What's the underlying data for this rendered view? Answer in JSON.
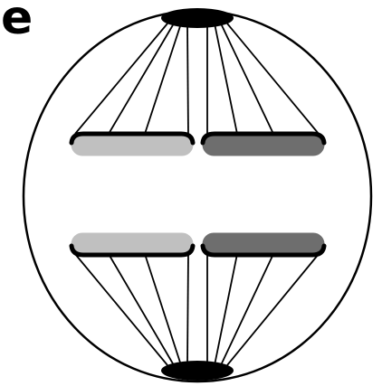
{
  "panel": {
    "label": "e"
  },
  "colors": {
    "outline": "#000000",
    "background": "#ffffff",
    "chromatid_light": "#c0c0c0",
    "chromatid_dark": "#6e6e6e",
    "spindle_pole": "#000000"
  },
  "icons": {
    "spindle_pole": "ellipse",
    "chromatid": "rounded-bar"
  }
}
